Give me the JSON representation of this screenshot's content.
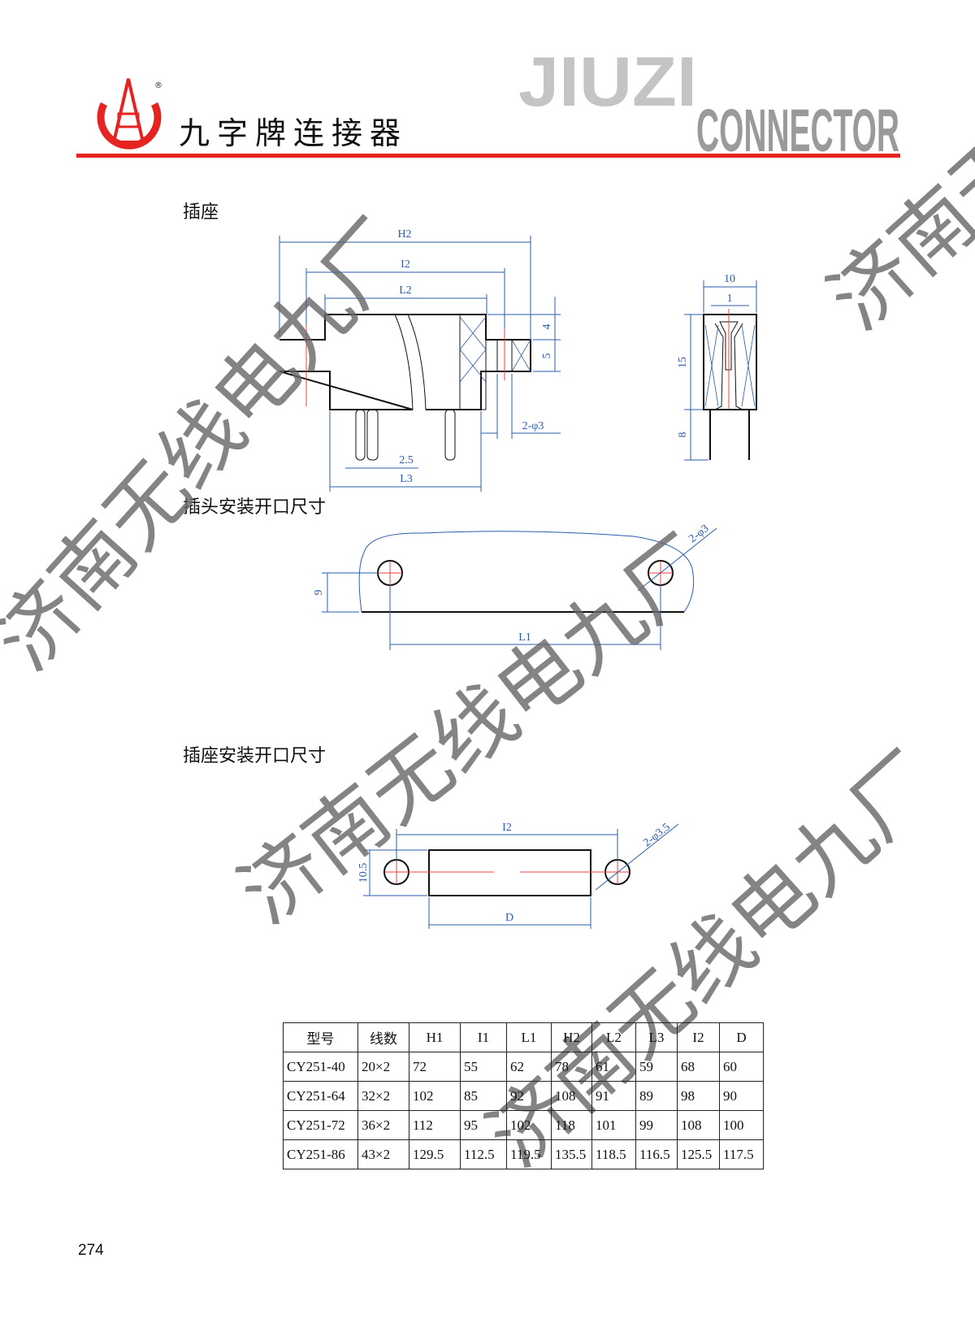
{
  "header": {
    "brand_title": "九字牌连接器",
    "registered_mark": "®",
    "logo_wordmark_1": "JIUZI",
    "logo_wordmark_2": "CONNECTOR",
    "accent_color": "#e52421"
  },
  "sections": {
    "socket": "插座",
    "plug_cutout": "插头安装开口尺寸",
    "socket_cutout": "插座安装开口尺寸"
  },
  "drawing_socket": {
    "H2": "H2",
    "I2": "I2",
    "L2": "L2",
    "L3": "L3",
    "pitch": "2.5",
    "holes": "2-φ3",
    "d4": "4",
    "d5": "5",
    "side_width": "10",
    "side_slot": "1",
    "side_height": "15",
    "side_pin": "8"
  },
  "drawing_plug_cutout": {
    "height": "9",
    "L1": "L1",
    "holes": "2-φ3"
  },
  "drawing_socket_cutout": {
    "I2": "I2",
    "D": "D",
    "height": "10.5",
    "holes": "2-φ3.5"
  },
  "table": {
    "headers": [
      "型号",
      "线数",
      "H1",
      "I1",
      "L1",
      "H2",
      "L2",
      "L3",
      "I2",
      "D"
    ],
    "rows": [
      [
        "CY251-40",
        "20×2",
        "72",
        "55",
        "62",
        "78",
        "61",
        "59",
        "68",
        "60"
      ],
      [
        "CY251-64",
        "32×2",
        "102",
        "85",
        "92",
        "108",
        "91",
        "89",
        "98",
        "90"
      ],
      [
        "CY251-72",
        "36×2",
        "112",
        "95",
        "102",
        "118",
        "101",
        "99",
        "108",
        "100"
      ],
      [
        "CY251-86",
        "43×2",
        "129.5",
        "112.5",
        "119.5",
        "135.5",
        "118.5",
        "116.5",
        "125.5",
        "117.5"
      ]
    ]
  },
  "watermark": "济南无线电九厂",
  "page_number": "274"
}
